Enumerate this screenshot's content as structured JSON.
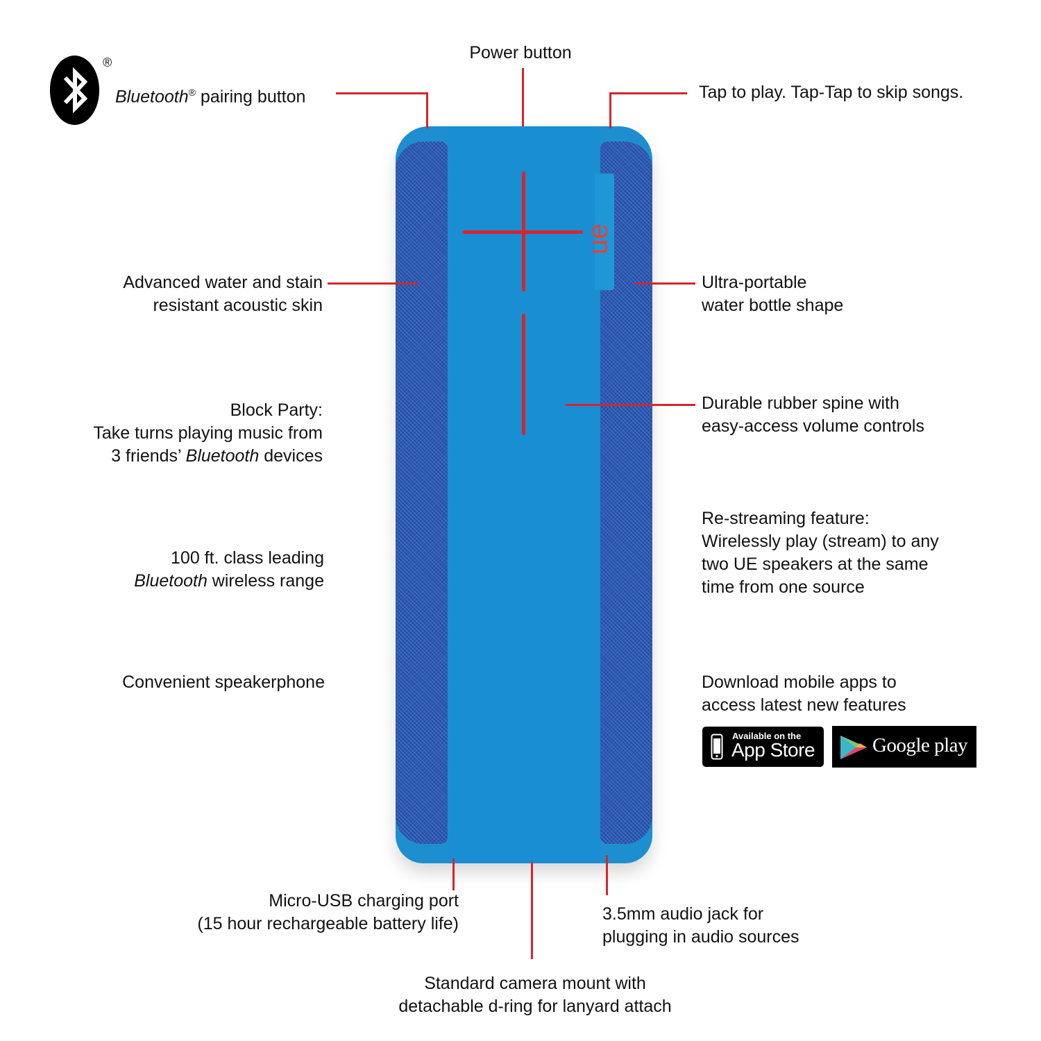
{
  "bluetooth_logo": {
    "icon": "bluetooth-icon",
    "registered": "®"
  },
  "labels": {
    "bluetooth_pairing": {
      "italic": "Bluetooth",
      "reg": "®",
      "rest": " pairing button"
    },
    "power": "Power button",
    "tap": "Tap to play. Tap-Tap to skip songs.",
    "skin": [
      "Advanced water and stain",
      "resistant acoustic skin"
    ],
    "block_party": {
      "line1": "Block Party:",
      "line2": "Take turns playing music from",
      "line3_pre": "3 friends’ ",
      "line3_italic": "Bluetooth",
      "line3_post": " devices"
    },
    "range": {
      "line1": "100 ft. class leading",
      "line2_italic": "Bluetooth",
      "line2_post": " wireless range"
    },
    "speakerphone": "Convenient speakerphone",
    "portable": [
      "Ultra-portable",
      "water bottle shape"
    ],
    "spine": [
      "Durable rubber spine with",
      "easy-access volume controls"
    ],
    "restreaming": [
      "Re-streaming feature:",
      "Wirelessly play (stream) to any",
      "two UE speakers at the same",
      "time from one source"
    ],
    "apps": [
      "Download mobile apps to",
      "access latest new features"
    ],
    "usb": [
      "Micro-USB charging port",
      "(15 hour rechargeable battery life)"
    ],
    "jack": [
      "3.5mm audio jack for",
      "plugging in audio sources"
    ],
    "mount": [
      "Standard camera mount with",
      "detachable d-ring for lanyard attach"
    ]
  },
  "badges": {
    "app_store": {
      "small": "Available on the",
      "big": "App Store"
    },
    "google_play": {
      "text": "Google play"
    }
  },
  "speaker": {
    "logo": "ue",
    "accent": "#d4262c",
    "body_color": "#1d8fd0",
    "mesh_color": "#2c59b3"
  }
}
